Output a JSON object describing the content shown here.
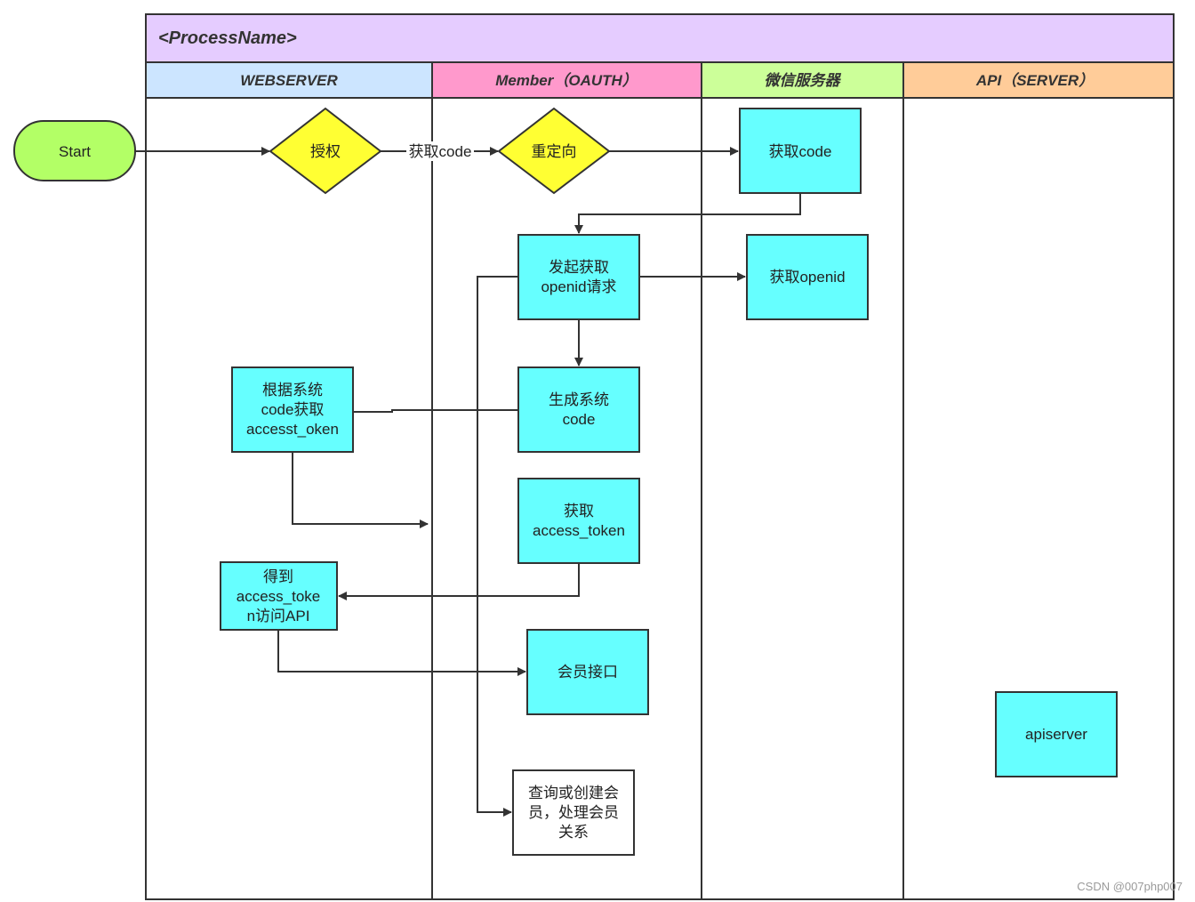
{
  "process_title": "<ProcessName>",
  "colors": {
    "title_bg": "#e5ccff",
    "lane_webserver": "#cce5ff",
    "lane_member": "#ff99cc",
    "lane_wechat": "#ccff99",
    "lane_api": "#ffcc99",
    "process_fill": "#66ffff",
    "decision_fill": "#ffff33",
    "start_fill": "#b3ff66"
  },
  "lanes": [
    {
      "id": "webserver",
      "label": "WEBSERVER"
    },
    {
      "id": "member",
      "label": "Member（OAUTH）"
    },
    {
      "id": "wechat",
      "label": "微信服务器"
    },
    {
      "id": "api",
      "label": "API（SERVER）"
    }
  ],
  "nodes": {
    "start": {
      "lines": [
        "Start"
      ]
    },
    "authorize": {
      "lines": [
        "授权"
      ]
    },
    "redirect": {
      "lines": [
        "重定向"
      ]
    },
    "wx_get_code": {
      "lines": [
        "获取code"
      ]
    },
    "request_openid": {
      "lines": [
        "发起获取",
        "openid请求"
      ]
    },
    "wx_get_openid": {
      "lines": [
        "获取openid"
      ]
    },
    "gen_code": {
      "lines": [
        "生成系统",
        "code"
      ]
    },
    "get_token_by_code": {
      "lines": [
        "根据系统",
        "code获取",
        "accesst_oken"
      ]
    },
    "get_access_token": {
      "lines": [
        "获取",
        "access_token"
      ]
    },
    "got_token": {
      "lines": [
        "得到",
        "access_toke",
        "n访问API"
      ]
    },
    "member_api": {
      "lines": [
        "会员接口"
      ]
    },
    "apiserver": {
      "lines": [
        "apiserver"
      ]
    },
    "query_member": {
      "lines": [
        "查询或创建会",
        "员，处理会员",
        "关系"
      ]
    }
  },
  "edge_labels": {
    "auth_to_redirect": "获取code"
  },
  "watermark": "CSDN @007php007"
}
